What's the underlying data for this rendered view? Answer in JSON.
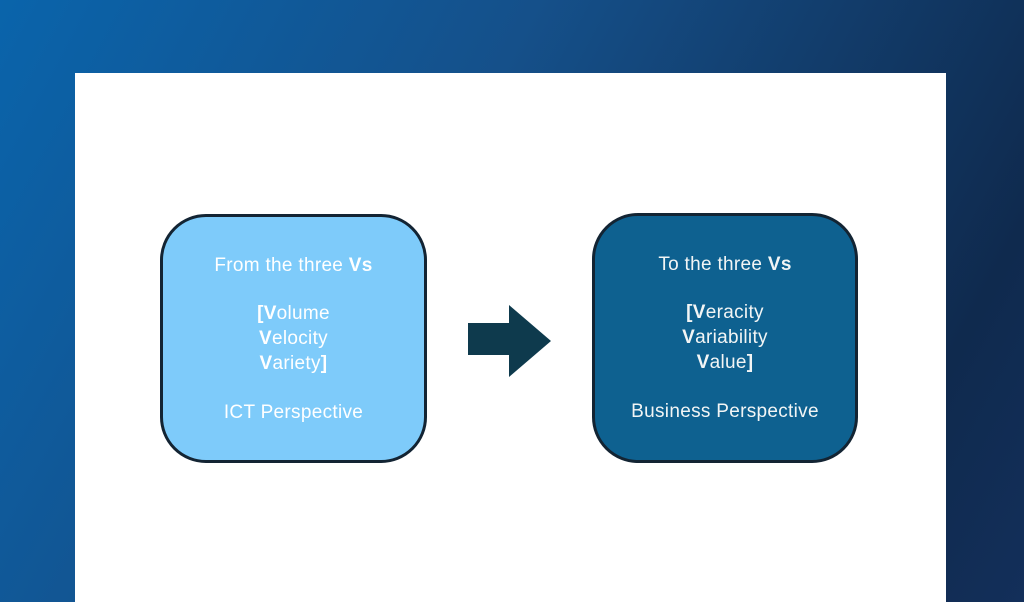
{
  "diagram": {
    "description": "Big Data three Vs transition diagram",
    "colors": {
      "background_gradient": [
        "#0A64AB",
        "#15508A",
        "#0F2A4E",
        "#132F5A"
      ],
      "panel_bg": "#FFFFFF",
      "box_border": "#132433",
      "arrow": "#0E3A4D"
    },
    "boxes": [
      {
        "id": "ict-perspective",
        "fill": "#7ECBFA",
        "border_color": "#132433",
        "text_color": "#FFFFFF",
        "title_prefix": "From the three ",
        "title_bold": "Vs",
        "lines": [
          {
            "pre": "[V",
            "body": "olume",
            "post": ""
          },
          {
            "pre": "V",
            "body": "elocity",
            "post": ""
          },
          {
            "pre": "V",
            "body": "ariety",
            "post": "]"
          }
        ],
        "footer": "ICT Perspective"
      },
      {
        "id": "business-perspective",
        "fill": "#0E6190",
        "border_color": "#132433",
        "text_color": "#F2F5F5",
        "title_prefix": "To the three ",
        "title_bold": "Vs",
        "lines": [
          {
            "pre": "[V",
            "body": "eracity",
            "post": ""
          },
          {
            "pre": "V",
            "body": "ariability",
            "post": ""
          },
          {
            "pre": "V",
            "body": "alue",
            "post": "]"
          }
        ],
        "footer": "Business Perspective"
      }
    ],
    "arrow": {
      "direction": "right",
      "color": "#0E3A4D"
    }
  }
}
